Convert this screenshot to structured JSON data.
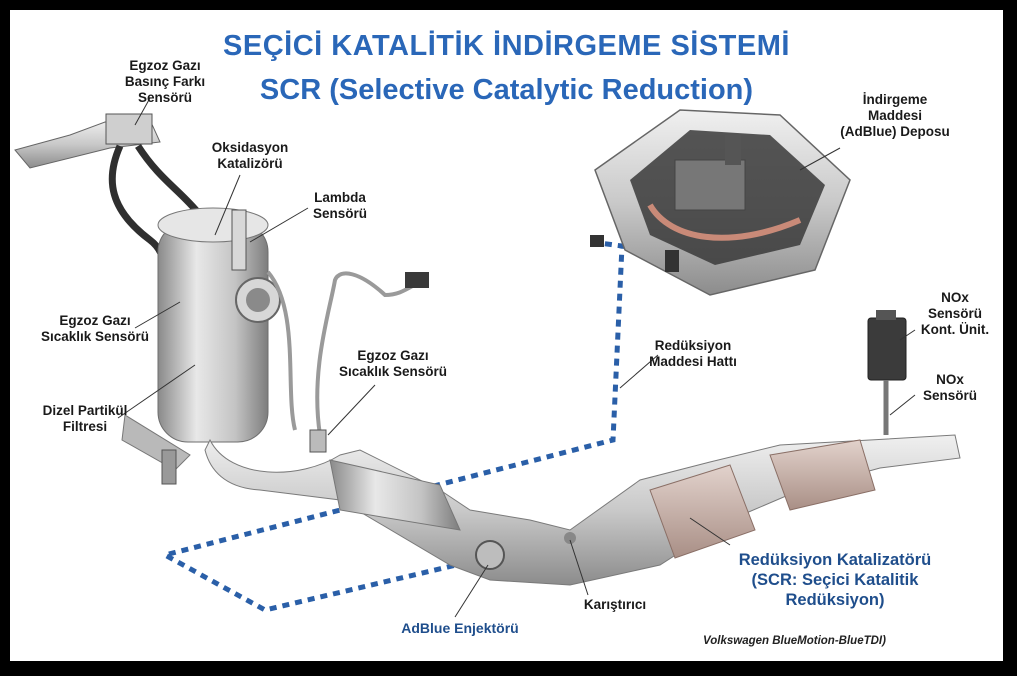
{
  "title_line1": "SEÇİCİ KATALİTİK İNDİRGEME SİSTEMİ",
  "title_line2": "SCR (Selective Catalytic Reduction)",
  "labels": {
    "pressure_sensor": "Egzoz Gazı\nBasınç Farkı\nSensörü",
    "oxidation_catalyst": "Oksidasyon\nKatalizörü",
    "lambda_sensor": "Lambda\nSensörü",
    "temp_sensor_left": "Egzoz Gazı\nSıcaklık Sensörü",
    "temp_sensor_mid": "Egzoz Gazı\nSıcaklık Sensörü",
    "dpf": "Dizel Partikül\nFiltresi",
    "adblue_tank": "İndirgeme\nMaddesi\n(AdBlue) Deposu",
    "reduction_line": "Redüksiyon\nMaddesi Hattı",
    "nox_control_unit": "NOx\nSensörü\nKont. Ünit.",
    "nox_sensor": "NOx\nSensörü",
    "scr_catalyst": "Redüksiyon Katalizatörü\n(SCR: Seçici Katalitik\nRedüksiyon)",
    "mixer": "Karıştırıcı",
    "adblue_injector": "AdBlue Enjektörü"
  },
  "credit": "Volkswagen BlueMotion-BlueTDI)",
  "colors": {
    "title": "#2a67b8",
    "scr_label": "#1f4e8c",
    "line_dash": "#2a5fa8"
  }
}
